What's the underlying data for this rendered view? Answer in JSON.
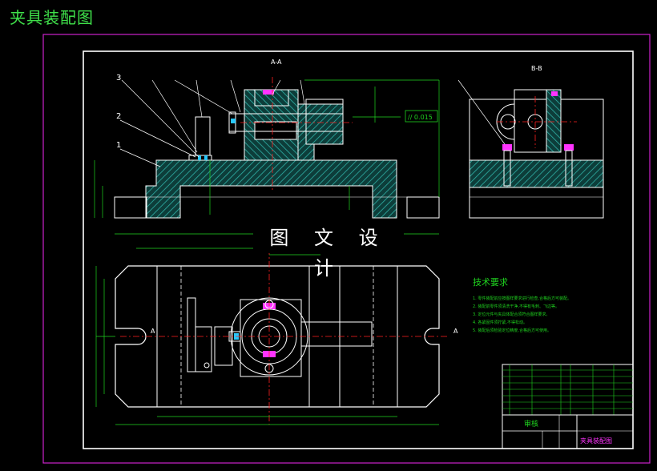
{
  "title": "夹具装配图",
  "watermark": "图 文 设 计",
  "views": {
    "section_aa": "A-A",
    "section_bb": "B-B",
    "section_marker": "A"
  },
  "part_numbers": [
    "3",
    "2",
    "1"
  ],
  "tolerance_frame": "// 0.015",
  "tech_requirements": {
    "heading": "技术要求",
    "items": [
      "1. 零件装配前应按图样要求进行检查,合格后方可装配。",
      "2. 装配前零件须清洗干净,不得有毛刺、飞边等。",
      "3. 定位元件与夹具体配合须符合图样要求。",
      "4. 各紧固件须拧紧,不得松动。",
      "5. 装配后须检验定位精度,合格后方可使用。"
    ]
  },
  "title_block": {
    "label": "审核",
    "drawing_name": "夹具装配图"
  },
  "colors": {
    "outer_border": "#cc22cc",
    "frame": "#ffffff",
    "dimension": "#1fd41f",
    "hatch": "#2fb0a6",
    "center_line": "#ff2020",
    "highlight": "#ff33ff",
    "title": "#3fe04a"
  }
}
